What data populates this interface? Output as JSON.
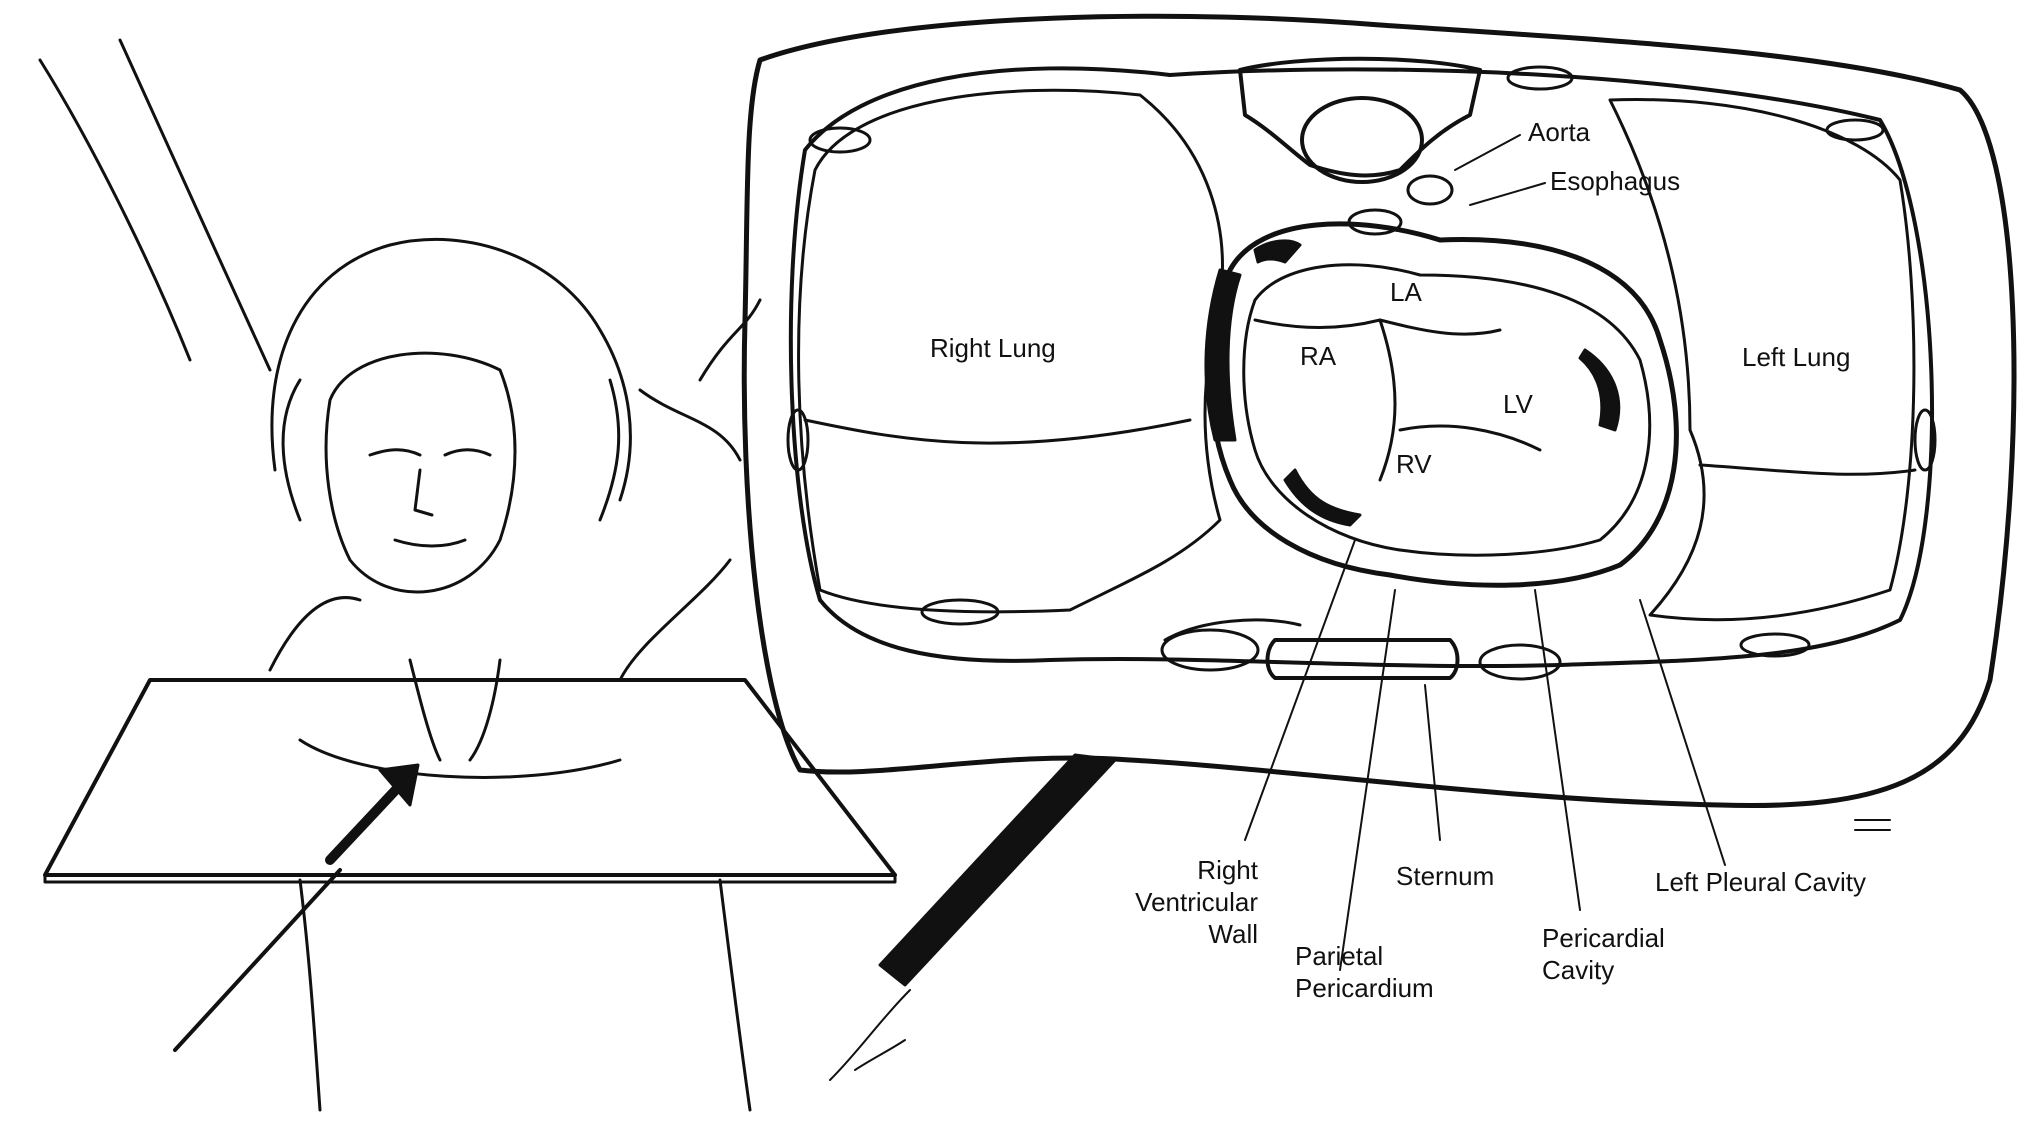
{
  "labels": {
    "aorta": "Aorta",
    "esophagus": "Esophagus",
    "la": "LA",
    "right_lung": "Right Lung",
    "left_lung": "Left Lung",
    "ra": "RA",
    "lv": "LV",
    "rv": "RV",
    "right_ventricular_wall": [
      "Right",
      "Ventricular",
      "Wall"
    ],
    "sternum": "Sternum",
    "left_pleural_cavity": "Left Pleural Cavity",
    "parietal_pericardium": [
      "Parietal",
      "Pericardium"
    ],
    "pericardial_cavity": [
      "Pericardial",
      "Cavity"
    ]
  },
  "colors": {
    "ink": "#111111",
    "paper": "#ffffff"
  }
}
